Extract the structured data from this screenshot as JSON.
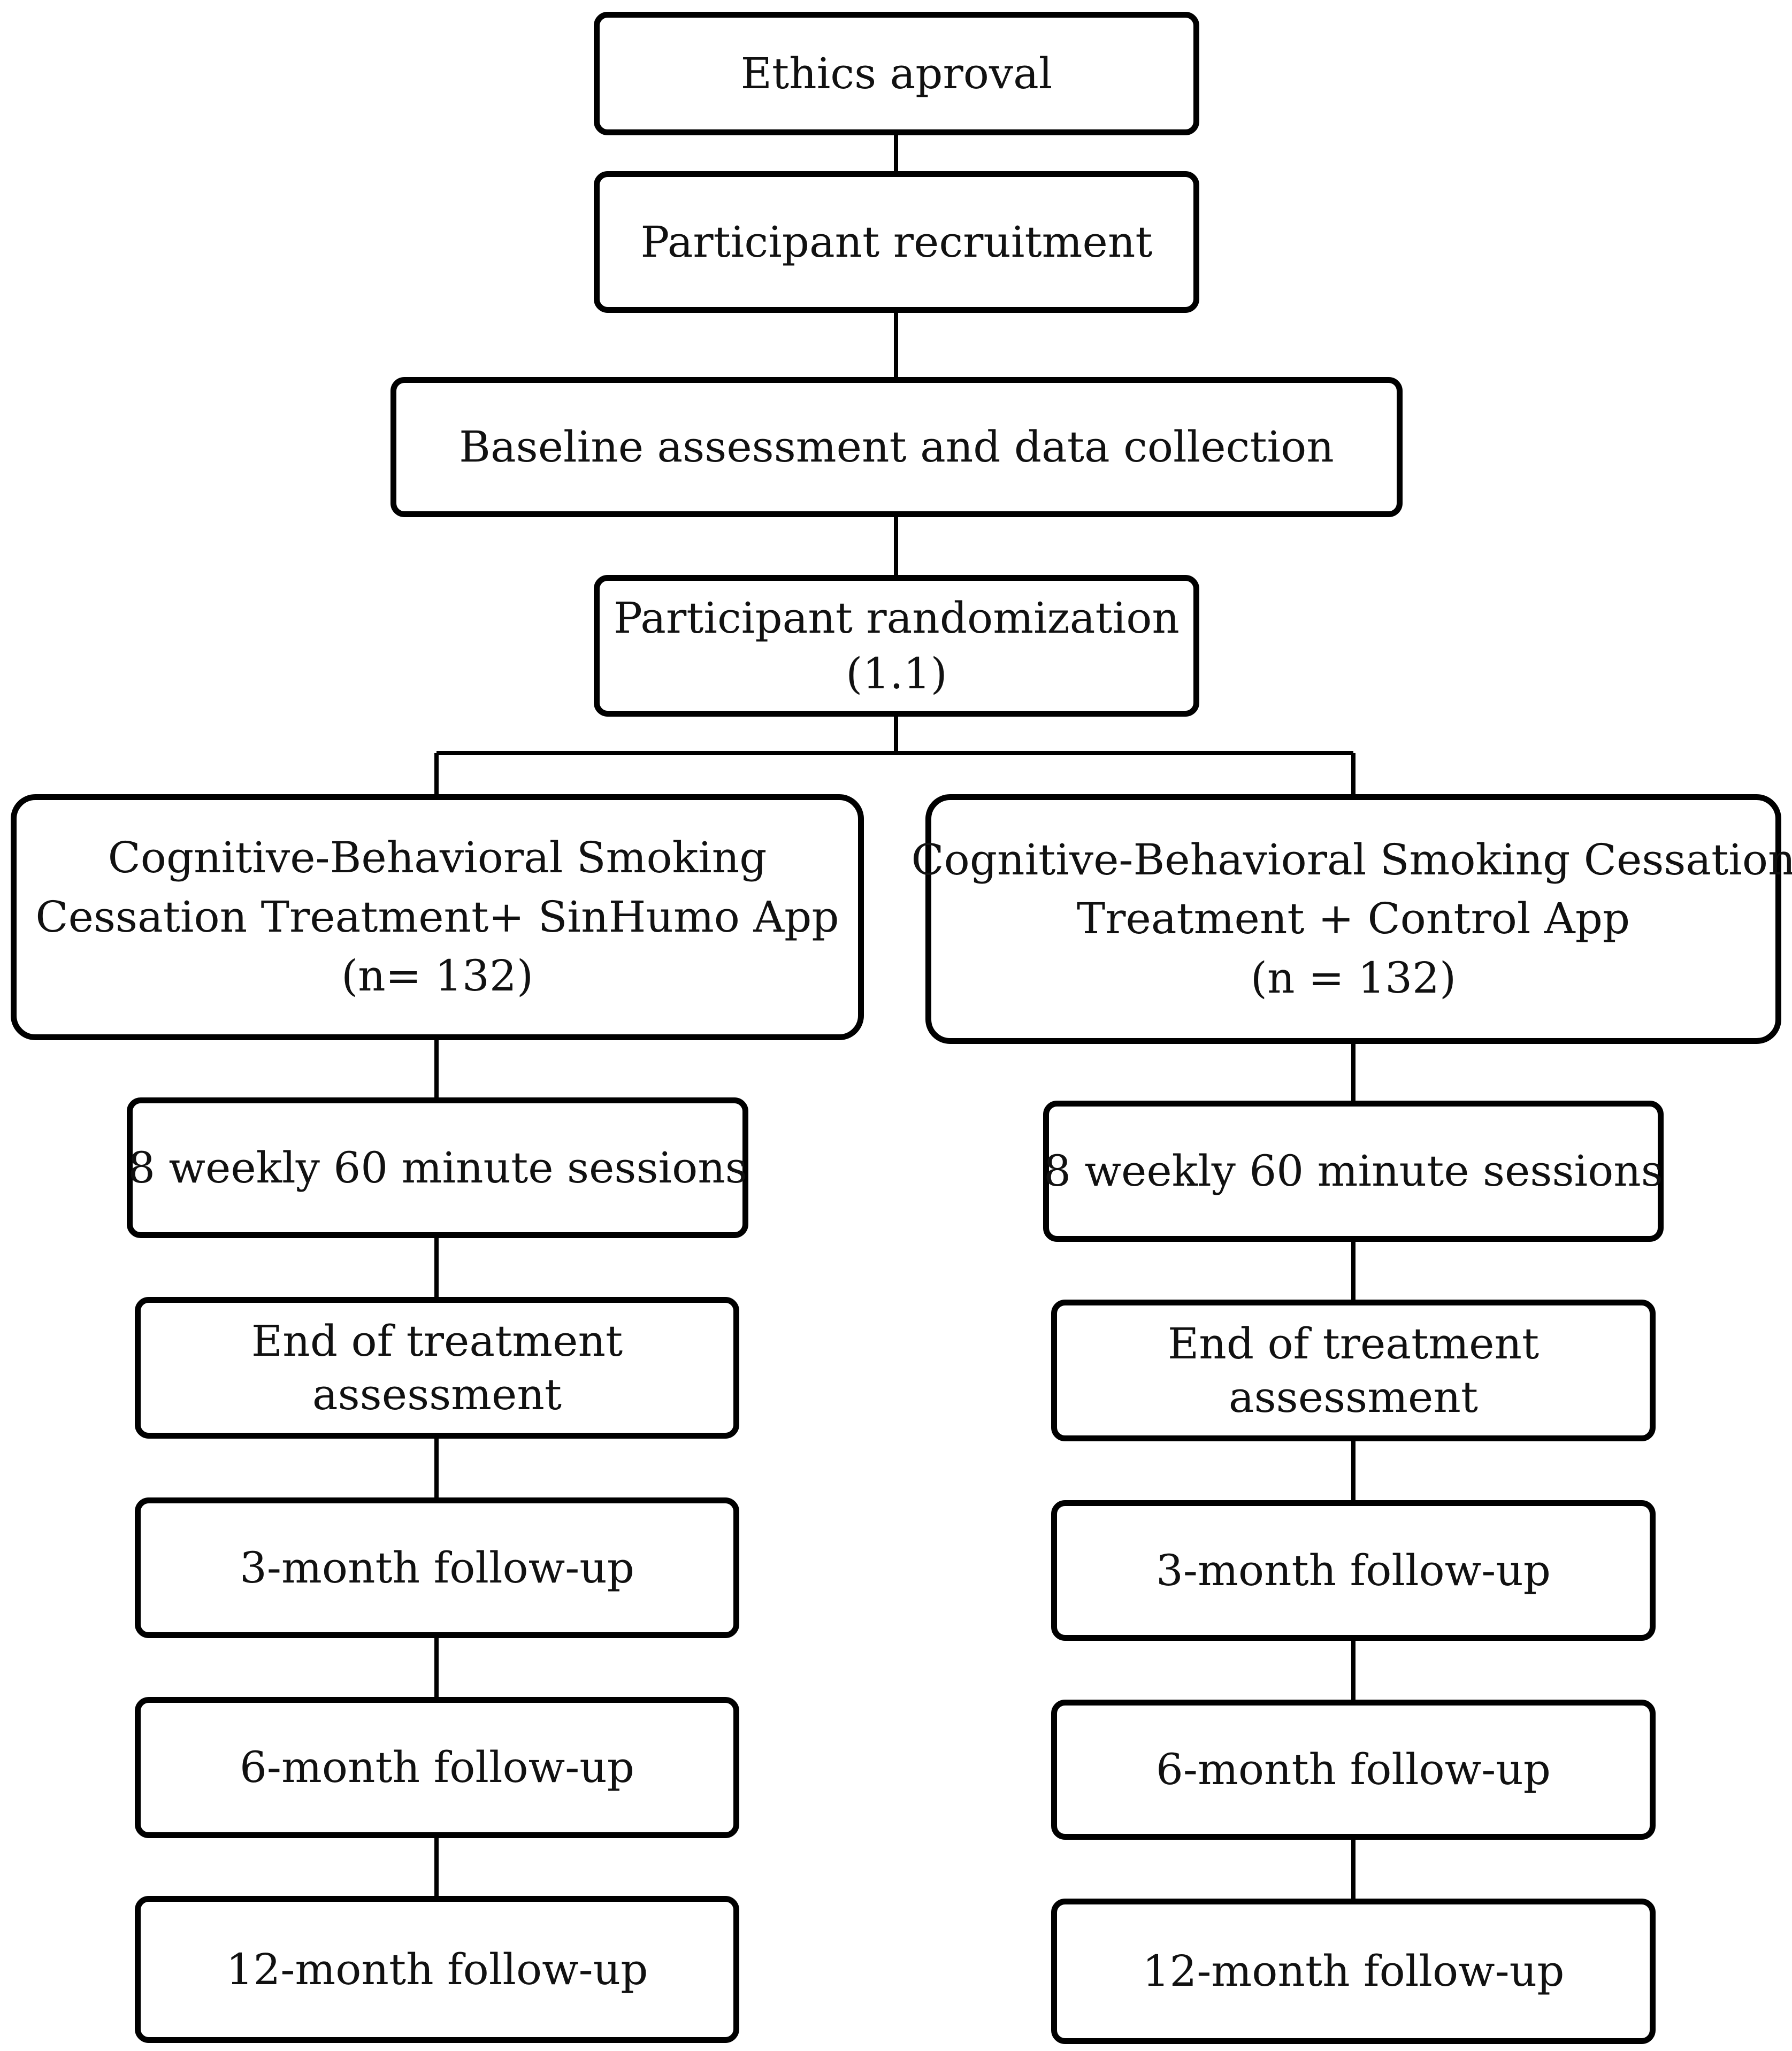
{
  "flowchart": {
    "ethics": "Ethics aproval",
    "recruitment": "Participant recruitment",
    "baseline": "Baseline assessment and data collection",
    "randomization": {
      "line1": "Participant randomization",
      "line2": "(1.1)"
    },
    "left_arm": {
      "group": {
        "line1": "Cognitive-Behavioral Smoking",
        "line2": "Cessation Treatment+ SinHumo App",
        "line3": "(n= 132)"
      },
      "sessions": "8 weekly 60 minute sessions",
      "end_of_treatment": {
        "line1": "End of treatment",
        "line2": "assessment"
      },
      "followup_3": "3-month follow-up",
      "followup_6": "6-month follow-up",
      "followup_12": "12-month follow-up"
    },
    "right_arm": {
      "group": {
        "line1": "Cognitive-Behavioral Smoking Cessation",
        "line2": "Treatment + Control App",
        "line3": "(n = 132)"
      },
      "sessions": "8 weekly 60 minute sessions",
      "end_of_treatment": {
        "line1": "End of treatment",
        "line2": "assessment"
      },
      "followup_3": "3-month follow-up",
      "followup_6": "6-month follow-up",
      "followup_12": "12-month follow-up"
    }
  }
}
